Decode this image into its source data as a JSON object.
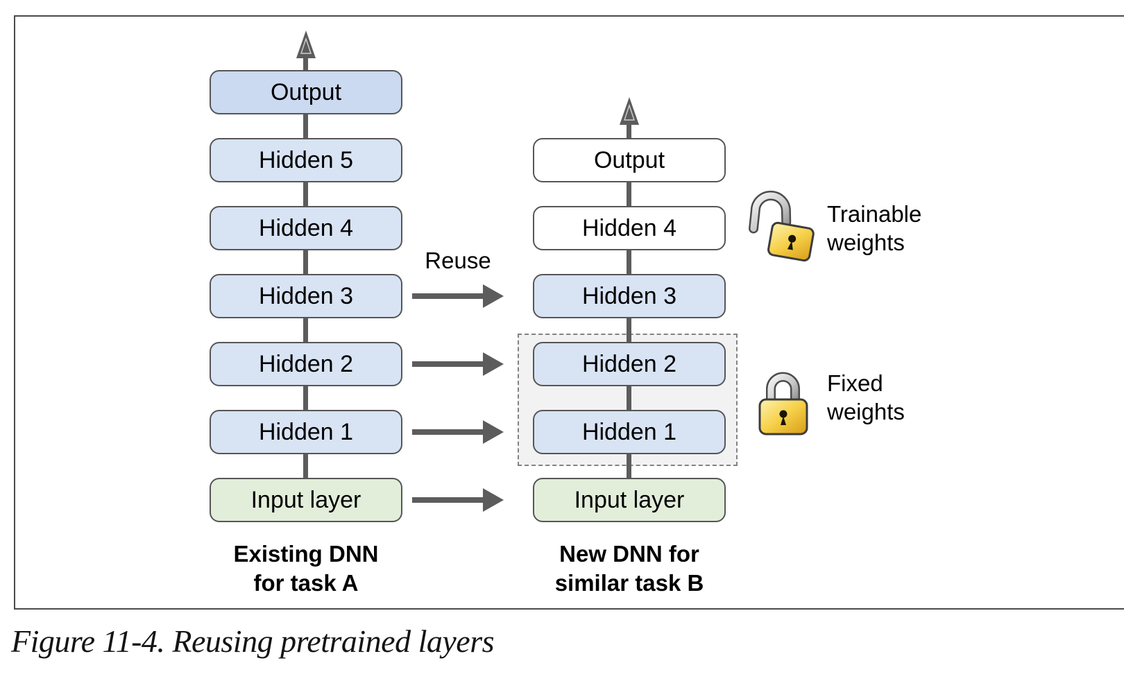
{
  "figure": {
    "caption": "Figure 11-4. Reusing pretrained layers",
    "reuse_label": "Reuse",
    "left_network": {
      "title_line1": "Existing DNN",
      "title_line2": "for task A",
      "layers": [
        "Output",
        "Hidden 5",
        "Hidden 4",
        "Hidden 3",
        "Hidden 2",
        "Hidden 1",
        "Input layer"
      ]
    },
    "right_network": {
      "title_line1": "New DNN for",
      "title_line2": "similar task B",
      "layers": [
        "Output",
        "Hidden 4",
        "Hidden 3",
        "Hidden 2",
        "Hidden 1",
        "Input layer"
      ]
    },
    "legend": {
      "trainable_line1": "Trainable",
      "trainable_line2": "weights",
      "fixed_line1": "Fixed",
      "fixed_line2": "weights"
    },
    "colors": {
      "box_blue": "#d8e3f4",
      "box_blue_dark": "#cbd9f1",
      "box_white": "#ffffff",
      "box_green": "#e2eeda",
      "box_border": "#565656",
      "arrow_gray": "#5c5c5c",
      "dashed_fill": "#f2f2f2",
      "dashed_border": "#828282",
      "lock_gold": "#f6d049",
      "lock_silver": "#c9c9c9"
    }
  }
}
